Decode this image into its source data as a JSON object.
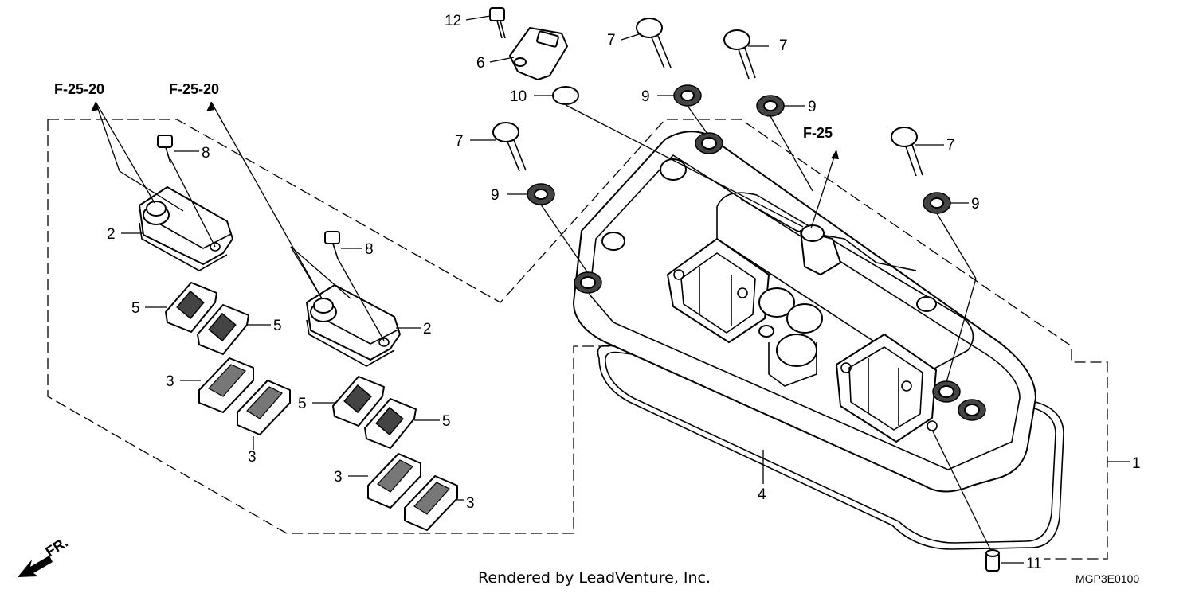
{
  "diagram": {
    "callouts": {
      "c1": "1",
      "c2a": "2",
      "c2b": "2",
      "c3a": "3",
      "c3b": "3",
      "c3c": "3",
      "c3d": "3",
      "c4": "4",
      "c5a": "5",
      "c5b": "5",
      "c5c": "5",
      "c5d": "5",
      "c6": "6",
      "c7a": "7",
      "c7b": "7",
      "c7c": "7",
      "c7d": "7",
      "c8a": "8",
      "c8b": "8",
      "c9a": "9",
      "c9b": "9",
      "c9c": "9",
      "c9d": "9",
      "c10": "10",
      "c11": "11",
      "c12": "12"
    },
    "references": {
      "ref_left": "F-25-20",
      "ref_mid": "F-25-20",
      "ref_right": "F-25"
    },
    "direction_label": "FR.",
    "credit": "Rendered by LeadVenture, Inc.",
    "diagram_code": "MGP3E0100"
  }
}
